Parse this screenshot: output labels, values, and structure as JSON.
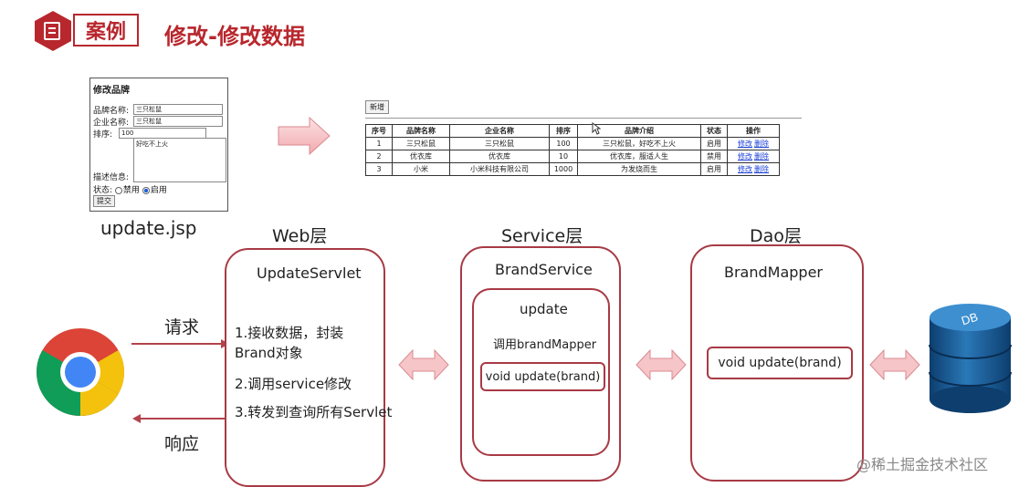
{
  "header": {
    "case_label": "案例",
    "title": "修改-修改数据"
  },
  "form": {
    "title": "修改品牌",
    "brand_name_label": "品牌名称:",
    "brand_name_value": "三只松鼠",
    "company_label": "企业名称:",
    "company_value": "三只松鼠",
    "order_label": "排序:",
    "order_value": "100",
    "desc_label": "描述信息:",
    "desc_value": "好吃不上火",
    "status_label": "状态:",
    "status_disabled": "禁用",
    "status_enabled": "启用",
    "submit": "提交",
    "caption": "update.jsp"
  },
  "table": {
    "add_button": "新增",
    "headers": [
      "序号",
      "品牌名称",
      "企业名称",
      "排序",
      "品牌介绍",
      "状态",
      "操作"
    ],
    "rows": [
      {
        "no": "1",
        "brand": "三只松鼠",
        "company": "三只松鼠",
        "order": "100",
        "intro": "三只松鼠，好吃不上火",
        "status": "启用"
      },
      {
        "no": "2",
        "brand": "优衣库",
        "company": "优衣库",
        "order": "10",
        "intro": "优衣库，服适人生",
        "status": "禁用"
      },
      {
        "no": "3",
        "brand": "小米",
        "company": "小米科技有限公司",
        "order": "1000",
        "intro": "为发烧而生",
        "status": "启用"
      }
    ],
    "edit_link": "修改",
    "delete_link": "删除"
  },
  "flow": {
    "request": "请求",
    "response": "响应",
    "web_layer": "Web层",
    "service_layer": "Service层",
    "dao_layer": "Dao层",
    "servlet_title": "UpdateServlet",
    "servlet_step1": "1.接收数据，封装Brand对象",
    "servlet_step2": "2.调用service修改",
    "servlet_step3": "3.转发到查询所有Servlet",
    "service_title": "BrandService",
    "service_method": "update",
    "service_call": "调用brandMapper",
    "service_sig": "void update(brand)",
    "mapper_title": "BrandMapper",
    "mapper_sig": "void update(brand)",
    "db_label": "DB"
  },
  "watermark": "@稀土掘金技术社区",
  "colors": {
    "accent": "#b8272d",
    "border": "#a83a45",
    "arrow_fill": "#f6c5c8",
    "db_blue": "#1f5f97"
  }
}
